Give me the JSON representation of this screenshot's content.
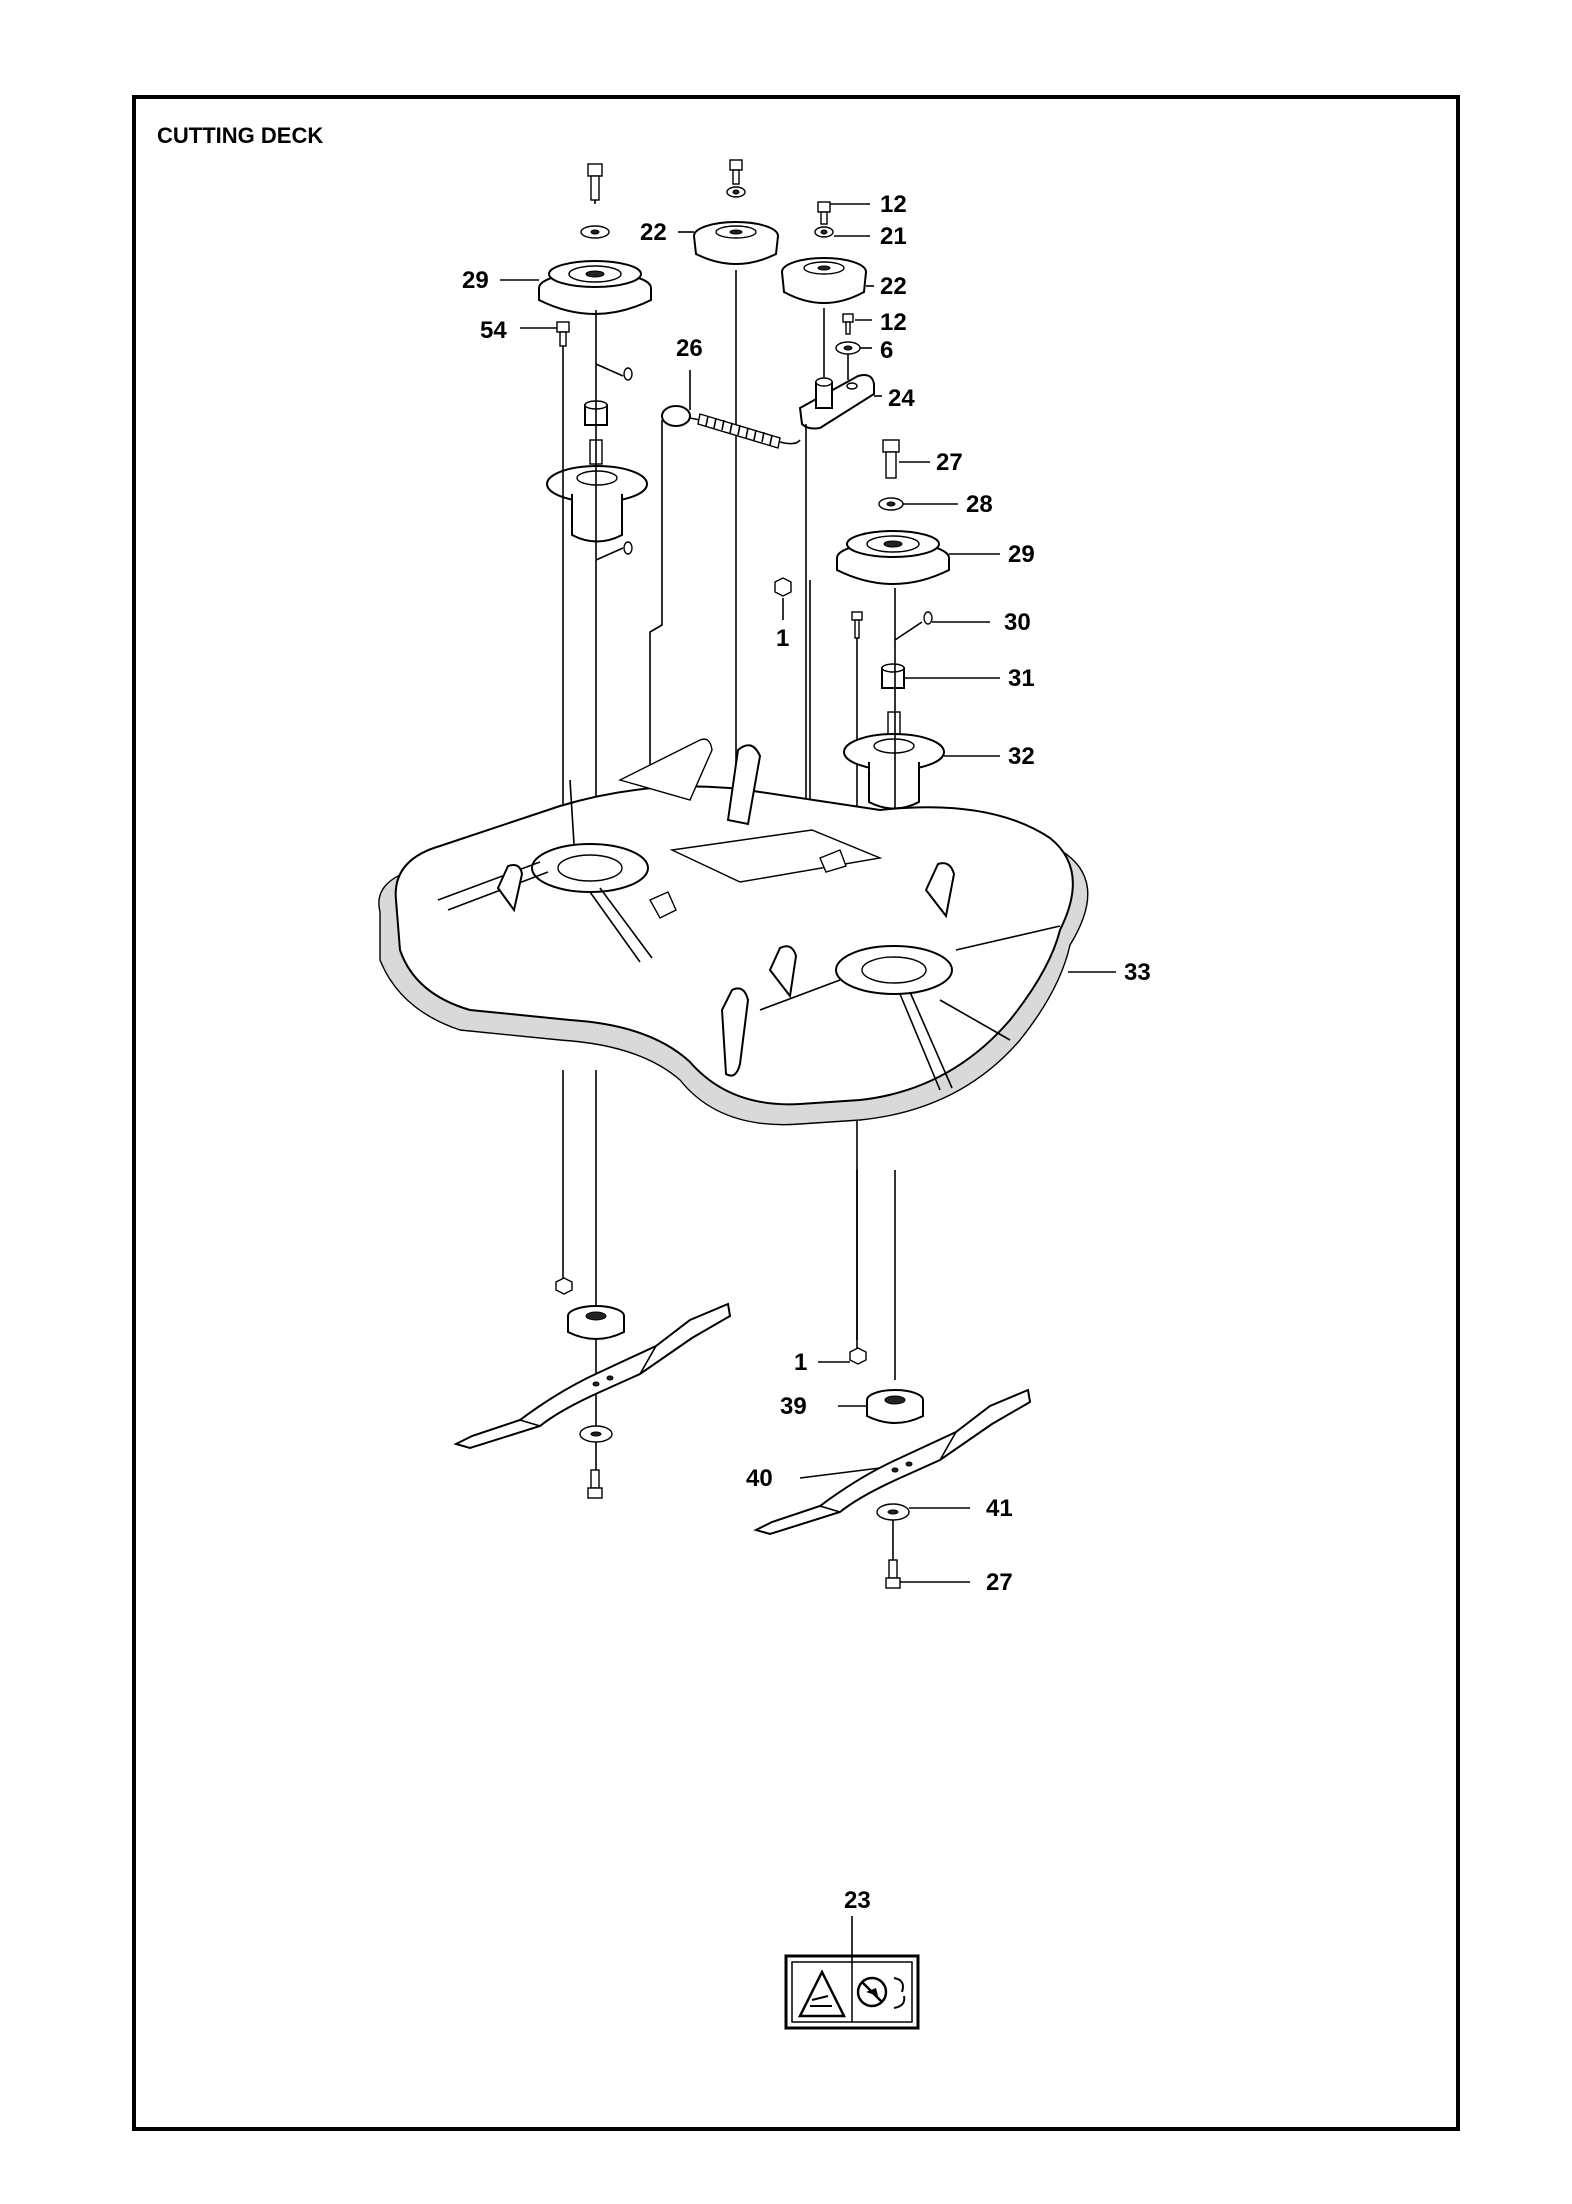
{
  "page": {
    "title": "CUTTING DECK"
  },
  "callouts": [
    {
      "id": "c12a",
      "text": "12"
    },
    {
      "id": "c21",
      "text": "21"
    },
    {
      "id": "c22a",
      "text": "22"
    },
    {
      "id": "c22b",
      "text": "22"
    },
    {
      "id": "c29a",
      "text": "29"
    },
    {
      "id": "c12b",
      "text": "12"
    },
    {
      "id": "c54",
      "text": "54"
    },
    {
      "id": "c26",
      "text": "26"
    },
    {
      "id": "c6",
      "text": "6"
    },
    {
      "id": "c24",
      "text": "24"
    },
    {
      "id": "c27a",
      "text": "27"
    },
    {
      "id": "c28",
      "text": "28"
    },
    {
      "id": "c29b",
      "text": "29"
    },
    {
      "id": "c1a",
      "text": "1"
    },
    {
      "id": "c30",
      "text": "30"
    },
    {
      "id": "c31",
      "text": "31"
    },
    {
      "id": "c32",
      "text": "32"
    },
    {
      "id": "c33",
      "text": "33"
    },
    {
      "id": "c1b",
      "text": "1"
    },
    {
      "id": "c39",
      "text": "39"
    },
    {
      "id": "c40",
      "text": "40"
    },
    {
      "id": "c41",
      "text": "41"
    },
    {
      "id": "c27b",
      "text": "27"
    },
    {
      "id": "c23",
      "text": "23"
    }
  ]
}
